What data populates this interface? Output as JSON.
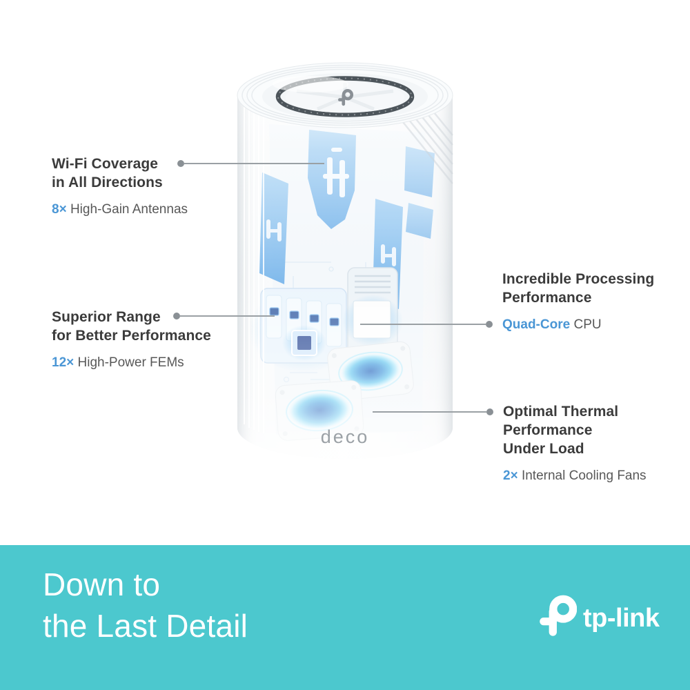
{
  "callouts": {
    "wifi": {
      "line1": "Wi-Fi Coverage",
      "line2": "in All Directions",
      "value": "8×",
      "label": "High-Gain Antennas"
    },
    "range": {
      "line1": "Superior Range",
      "line2": "for Better Performance",
      "value": "12×",
      "label": "High-Power FEMs"
    },
    "cpu": {
      "line1": "Incredible Processing",
      "line2": "Performance",
      "value": "Quad-Core",
      "label": "CPU"
    },
    "thermal": {
      "line1": "Optimal Thermal",
      "line2": "Performance",
      "line3": "Under Load",
      "value": "2×",
      "label": "Internal Cooling Fans"
    }
  },
  "banner": {
    "line1": "Down to",
    "line2": "the Last Detail",
    "logo_text": "tp-link"
  },
  "device": {
    "wordmark": "deco",
    "top_logo": "tp-link-mark"
  },
  "colors": {
    "accent_blue": "#4A96D5",
    "headline": "#3B3B3B",
    "sublabel": "#585858",
    "connector_gray": "#9AA0A4",
    "banner_teal": "#4CC8CE",
    "banner_text": "#FFFFFF",
    "antenna_blue": "#6FB3E8"
  }
}
